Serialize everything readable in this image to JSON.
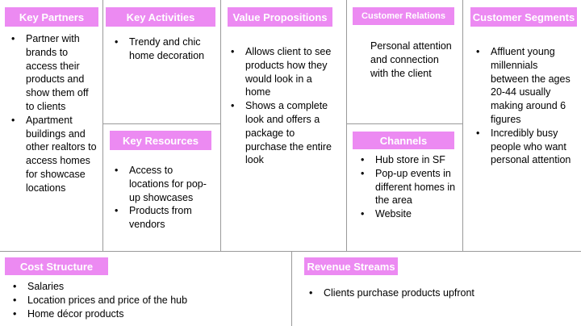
{
  "canvas": {
    "key_partners": {
      "title": "Key Partners",
      "items": [
        "Partner with brands to access their products and show them off to clients",
        "Apartment buildings and other realtors to access homes for showcase locations"
      ]
    },
    "key_activities": {
      "title": "Key Activities",
      "items": [
        "Trendy and chic home decoration"
      ]
    },
    "key_resources": {
      "title": "Key Resources",
      "items": [
        "Access to locations for pop-up showcases",
        "Products from vendors"
      ]
    },
    "value_propositions": {
      "title": "Value Propositions",
      "items": [
        "Allows client to see products how they would look in a home",
        "Shows a complete look and offers a package to purchase the entire look"
      ]
    },
    "customer_relations": {
      "title": "Customer Relations",
      "text": "Personal attention and connection with the client"
    },
    "channels": {
      "title": "Channels",
      "items": [
        "Hub store in SF",
        "Pop-up events in different homes in the area",
        "Website"
      ]
    },
    "customer_segments": {
      "title": "Customer Segments",
      "items": [
        "Affluent young millennials between the ages 20-44 usually making around 6 figures",
        "Incredibly busy people who want personal attention"
      ]
    },
    "cost_structure": {
      "title": "Cost Structure",
      "items": [
        "Salaries",
        "Location prices and price of the hub",
        "Home décor products"
      ]
    },
    "revenue_streams": {
      "title": "Revenue Streams",
      "items": [
        "Clients purchase products upfront"
      ]
    }
  },
  "colors": {
    "header_fill": "#ec8af2",
    "header_text": "#ffffff",
    "divider": "#9a9a9a"
  }
}
